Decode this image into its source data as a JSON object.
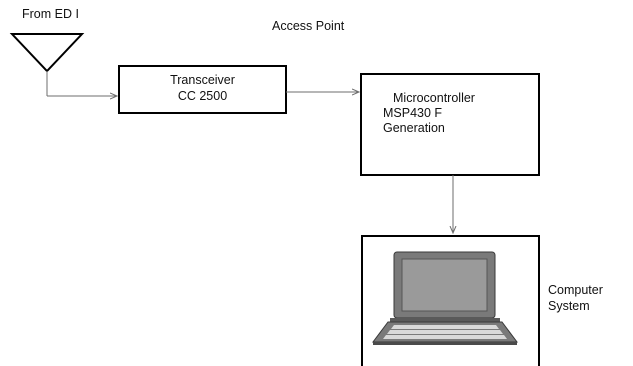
{
  "diagram": {
    "antenna_label": "From ED I",
    "title": "Access Point",
    "transceiver": {
      "line1": "Transceiver",
      "line2": "CC 2500"
    },
    "microcontroller": {
      "line1": "Microcontroller",
      "line2": "MSP430 F",
      "line3": "Generation"
    },
    "computer": {
      "line1": "Computer",
      "line2": "System"
    }
  },
  "colors": {
    "stroke": "#000000",
    "connector": "#6e6e6e",
    "laptop_body": "#7a7a7a",
    "laptop_screen": "#9a9a9a",
    "laptop_keys": "#d9d9d9"
  }
}
